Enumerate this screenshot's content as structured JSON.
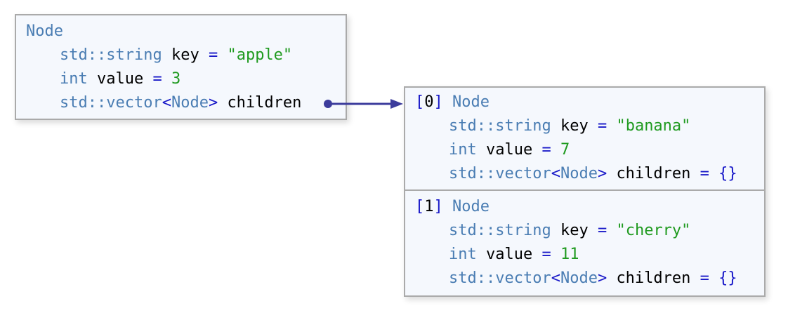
{
  "root": {
    "type": "Node",
    "fields": [
      {
        "type": "std::string",
        "name": "key",
        "op": "=",
        "value": "\"apple\""
      },
      {
        "type": "int",
        "name": "value",
        "op": "=",
        "value": "3"
      },
      {
        "type_ns": "std::vector",
        "lt": "<",
        "type_arg": "Node",
        "gt": ">",
        "name": "children"
      }
    ]
  },
  "children": [
    {
      "open": "[",
      "index": "0",
      "close": "]",
      "type": "Node",
      "fields": [
        {
          "type": "std::string",
          "name": "key",
          "op": "=",
          "value": "\"banana\""
        },
        {
          "type": "int",
          "name": "value",
          "op": "=",
          "value": "7"
        },
        {
          "type_ns": "std::vector",
          "lt": "<",
          "type_arg": "Node",
          "gt": ">",
          "name": "children",
          "op": "=",
          "value": "{}"
        }
      ]
    },
    {
      "open": "[",
      "index": "1",
      "close": "]",
      "type": "Node",
      "fields": [
        {
          "type": "std::string",
          "name": "key",
          "op": "=",
          "value": "\"cherry\""
        },
        {
          "type": "int",
          "name": "value",
          "op": "=",
          "value": "11"
        },
        {
          "type_ns": "std::vector",
          "lt": "<",
          "type_arg": "Node",
          "gt": ">",
          "name": "children",
          "op": "=",
          "value": "{}"
        }
      ]
    }
  ],
  "colors": {
    "arrow": "#3c3c9c",
    "type": "#4a7db3",
    "operator": "#1818c8",
    "literal": "#1f9a1f"
  }
}
